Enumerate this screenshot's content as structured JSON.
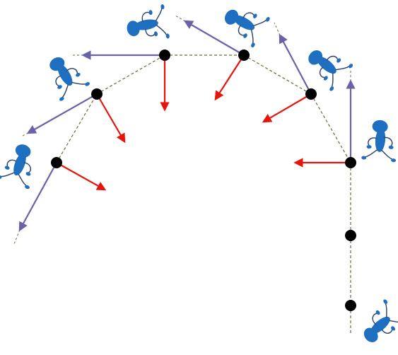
{
  "diagram": {
    "path_color": "#6b6b3a",
    "node_color": "#000000",
    "tangent_arrow_color": "#6a62a8",
    "normal_arrow_color": "#e8140c",
    "figure_color": "#1f6fc0",
    "nodes": [
      {
        "id": "n1",
        "has_tangent": true,
        "has_normal": true,
        "figure_icon": "tumbling-figure-icon"
      },
      {
        "id": "n2",
        "has_tangent": true,
        "has_normal": true,
        "figure_icon": "tumbling-figure-icon"
      },
      {
        "id": "n3",
        "has_tangent": true,
        "has_normal": true,
        "figure_icon": "tumbling-figure-icon"
      },
      {
        "id": "n4",
        "has_tangent": true,
        "has_normal": true,
        "figure_icon": "tumbling-figure-icon"
      },
      {
        "id": "n5",
        "has_tangent": true,
        "has_normal": true,
        "figure_icon": "tumbling-figure-icon"
      },
      {
        "id": "n6",
        "has_tangent": true,
        "has_normal": true,
        "figure_icon": "tumbling-figure-icon"
      },
      {
        "id": "n7",
        "has_tangent": false,
        "has_normal": false,
        "figure_icon": ""
      },
      {
        "id": "n8",
        "has_tangent": false,
        "has_normal": false,
        "figure_icon": "tumbling-figure-icon"
      }
    ]
  }
}
